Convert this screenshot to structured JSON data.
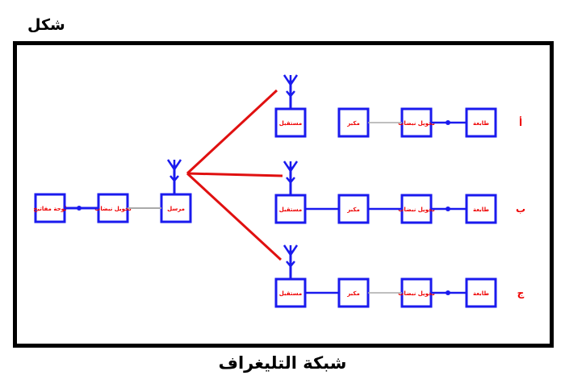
{
  "title": "شكل",
  "caption": "شبكة التليغراف",
  "colors": {
    "box": "#1a1aee",
    "signal": "#e01010",
    "label": "#e00000",
    "frame": "#000000"
  },
  "transmitter_chain": [
    "لوحة مفاتيح",
    "تحويل نبضات",
    "مرسل"
  ],
  "receiver_rows": [
    {
      "label": "أ",
      "boxes": [
        "مستقبل",
        "مكبر",
        "تحويل نبضات",
        "طابعة"
      ]
    },
    {
      "label": "ب",
      "boxes": [
        "مستقبل",
        "مكبر",
        "تحويل نبضات",
        "طابعة"
      ]
    },
    {
      "label": "ج",
      "boxes": [
        "مستقبل",
        "مكبر",
        "تحويل نبضات",
        "طابعة"
      ]
    }
  ]
}
